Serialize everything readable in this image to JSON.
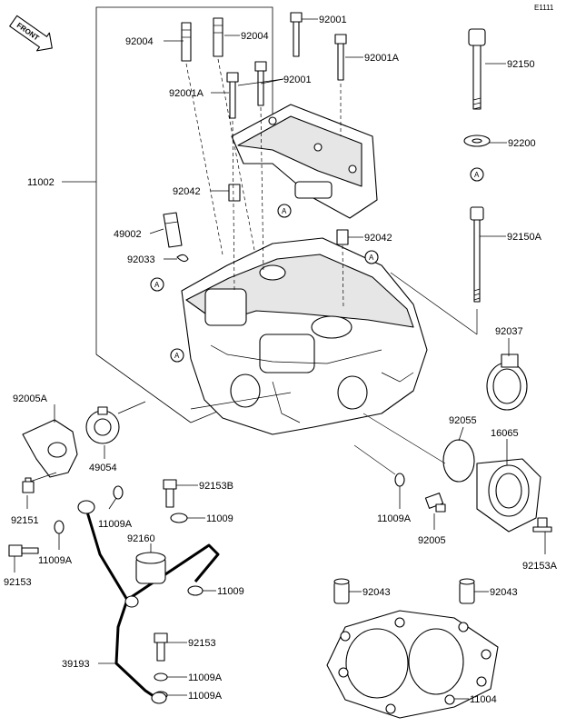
{
  "diagram": {
    "code": "E1111",
    "front_label": "FRONT",
    "ref_marker": "A",
    "parts": [
      {
        "id": "p1",
        "label": "92004"
      },
      {
        "id": "p2",
        "label": "92004"
      },
      {
        "id": "p3",
        "label": "92001"
      },
      {
        "id": "p4",
        "label": "92001A"
      },
      {
        "id": "p5",
        "label": "92001A"
      },
      {
        "id": "p6",
        "label": "92001"
      },
      {
        "id": "p7",
        "label": "11002"
      },
      {
        "id": "p8",
        "label": "92042"
      },
      {
        "id": "p9",
        "label": "49002"
      },
      {
        "id": "p10",
        "label": "92033"
      },
      {
        "id": "p11",
        "label": "92042"
      },
      {
        "id": "p12",
        "label": "92150"
      },
      {
        "id": "p13",
        "label": "92200"
      },
      {
        "id": "p14",
        "label": "92150A"
      },
      {
        "id": "p15",
        "label": "92037"
      },
      {
        "id": "p16",
        "label": "92005A"
      },
      {
        "id": "p17",
        "label": "49054"
      },
      {
        "id": "p18",
        "label": "92055"
      },
      {
        "id": "p19",
        "label": "16065"
      },
      {
        "id": "p20",
        "label": "92151"
      },
      {
        "id": "p21",
        "label": "11009A"
      },
      {
        "id": "p22",
        "label": "92153B"
      },
      {
        "id": "p23",
        "label": "11009"
      },
      {
        "id": "p24",
        "label": "11009A"
      },
      {
        "id": "p25",
        "label": "92005"
      },
      {
        "id": "p26",
        "label": "92153A"
      },
      {
        "id": "p27",
        "label": "92153"
      },
      {
        "id": "p28",
        "label": "11009A"
      },
      {
        "id": "p29",
        "label": "92160"
      },
      {
        "id": "p30",
        "label": "11009"
      },
      {
        "id": "p31",
        "label": "92043"
      },
      {
        "id": "p32",
        "label": "92043"
      },
      {
        "id": "p33",
        "label": "92153"
      },
      {
        "id": "p34",
        "label": "39193"
      },
      {
        "id": "p35",
        "label": "11009A"
      },
      {
        "id": "p36",
        "label": "11004"
      },
      {
        "id": "p37",
        "label": "11009A"
      }
    ]
  }
}
